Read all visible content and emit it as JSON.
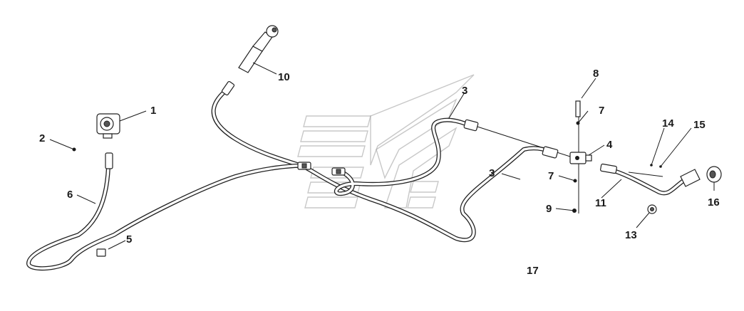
{
  "callouts": [
    "1",
    "2",
    "3",
    "3",
    "4",
    "5",
    "6",
    "7",
    "7",
    "8",
    "9",
    "10",
    "11",
    "13",
    "14",
    "15",
    "16",
    "17"
  ],
  "colors": {
    "line": "#1a1a1a",
    "watermark": "#9a9a9a",
    "background": "#ffffff"
  },
  "watermark_icon": "brand-emblem-icon"
}
